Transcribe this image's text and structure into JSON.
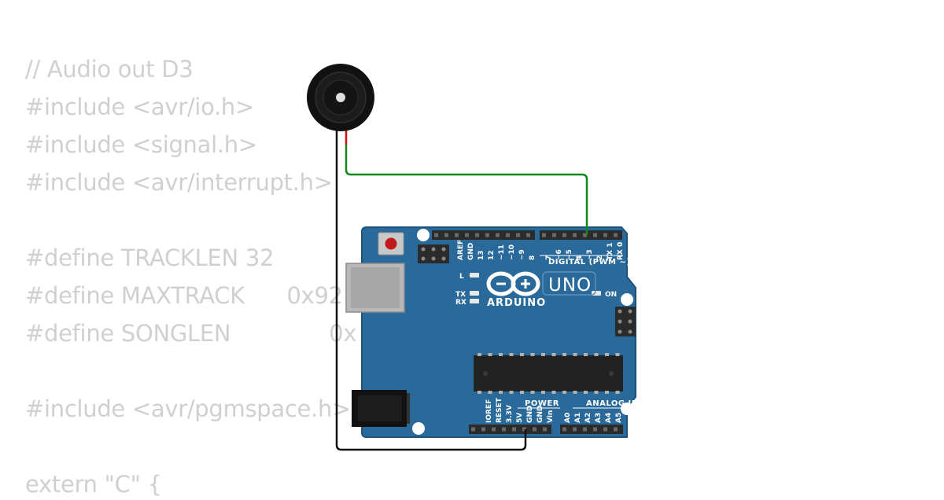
{
  "code_lines": [
    "// Audio out D3",
    "#include <avr/io.h>",
    "#include <signal.h>",
    "#include <avr/interrupt.h>",
    "",
    "#define TRACKLEN 32",
    "#define MAXTRACK      0x92",
    "#define SONGLEN              0x",
    "",
    "#include <avr/pgmspace.h>",
    "",
    "extern \"C\" {"
  ],
  "board": {
    "brand": "ARDUINO",
    "model": "UNO",
    "digital_label": "DIGITAL (PWM ~)",
    "power_label": "POWER",
    "analog_label": "ANALOG IN",
    "led_l": "L",
    "led_tx": "TX",
    "led_rx": "RX",
    "led_on": "ON",
    "digital_pins_left": [
      "AREF",
      "GND",
      "13",
      "12",
      "~11",
      "~10",
      "~9",
      "8"
    ],
    "digital_pins_right": [
      "7",
      "~6",
      "~5",
      "4",
      "~3",
      "2",
      "TX 1",
      "RX 0"
    ],
    "power_pins": [
      "IOREF",
      "RESET",
      "3.3V",
      "5V",
      "GND",
      "GND",
      "Vin"
    ],
    "analog_pins": [
      "A0",
      "A1",
      "A2",
      "A3",
      "A4",
      "A5"
    ]
  },
  "colors": {
    "board": "#2a6a9a",
    "board_edge": "#1d527c",
    "header": "#2b2b2b",
    "code_text": "#d0d0d0",
    "wire_signal": "#0f8a1e",
    "wire_ground": "#111111",
    "wire_red": "#d01010"
  }
}
